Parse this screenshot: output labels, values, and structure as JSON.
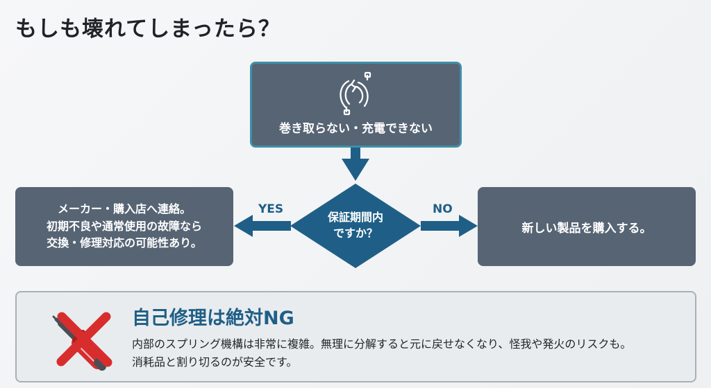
{
  "page": {
    "title": "もしも壊れてしまったら？"
  },
  "flowchart": {
    "start_text": "巻き取らない・充電できない",
    "decision_lines": [
      "保証期間内",
      "ですか？"
    ],
    "yes_label": "YES",
    "no_label": "NO",
    "yes_result_lines": [
      "メーカー・購入店へ連絡。",
      "初期不良や通常使用の故障なら",
      "交換・修理対応の可能性あり。"
    ],
    "no_result": "新しい製品を購入する。"
  },
  "warning": {
    "heading": "自己修理は絶対NG",
    "body_lines": [
      "内部のスプリング機構は非常に複雑。無理に分解すると元に戻せなくなり、怪我や発火のリスクも。",
      "消耗品と割り切るのが安全です。"
    ]
  },
  "icons": {
    "cable": "broken-cable-icon",
    "warning": "screwdriver-prohibited-icon"
  },
  "colors": {
    "primary": "#1f5f87",
    "box": "#566474",
    "accent_border": "#3f8fa8",
    "warning_red": "#d82d2d"
  }
}
